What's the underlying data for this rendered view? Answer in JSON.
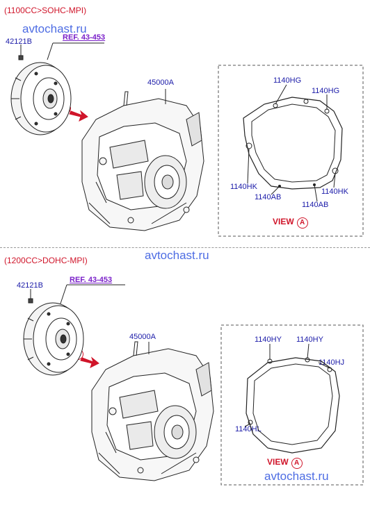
{
  "sections": [
    {
      "title": "(1100CC>SOHC-MPI)",
      "watermark": "avtochast.ru",
      "converter_part": "42121B",
      "ref": "REF. 43-453",
      "transaxle_part": "45000A",
      "view_marker": "A",
      "view_label": "VIEW",
      "view_parts": [
        "1140HG",
        "1140HG",
        "1140HK",
        "1140AB",
        "1140AB",
        "1140HK"
      ]
    },
    {
      "title": "(1200CC>DOHC-MPI)",
      "watermark": "avtochast.ru",
      "converter_part": "42121B",
      "ref": "REF. 43-453",
      "transaxle_part": "45000A",
      "view_marker": "A",
      "view_label": "VIEW",
      "view_parts": [
        "1140HY",
        "1140HY",
        "1140HJ",
        "1140HL"
      ]
    }
  ],
  "bottom_watermark": "avtochast.ru",
  "colors": {
    "title": "#d0152a",
    "part_label": "#1a1aa8",
    "ref": "#7a1fc9",
    "watermark": "#3a5de0"
  }
}
